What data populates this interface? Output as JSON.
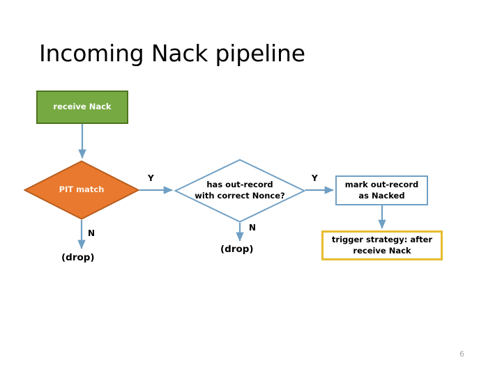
{
  "slide": {
    "title": "Incoming Nack pipeline",
    "page_number": "6",
    "background_color": "#ffffff"
  },
  "colors": {
    "green_fill": "#76a942",
    "green_border": "#4f7320",
    "orange_fill": "#e8792e",
    "orange_border": "#b85e1f",
    "blue_line": "#6f9fc4",
    "gold_border": "#e8bc2e",
    "text_dark": "#000000",
    "text_light": "#ffffff",
    "page_number_color": "#a6a6a6"
  },
  "nodes": {
    "receive_nack": {
      "label": "receive Nack",
      "shape": "rectangle",
      "fill": "#76a942"
    },
    "pit_match": {
      "label": "PIT match",
      "shape": "diamond",
      "fill": "#e8792e"
    },
    "out_record_nonce": {
      "line1": "has out-record",
      "line2": "with correct Nonce?",
      "shape": "diamond",
      "fill": "none"
    },
    "mark_nacked": {
      "line1": "mark out-record",
      "line2": "as Nacked",
      "shape": "rectangle",
      "fill": "none"
    },
    "trigger_strategy": {
      "line1": "trigger strategy: after",
      "line2": "receive Nack",
      "shape": "rectangle",
      "fill": "none"
    }
  },
  "edge_labels": {
    "pit_yes": "Y",
    "pit_no": "N",
    "nonce_yes": "Y",
    "nonce_no": "N"
  },
  "terminals": {
    "drop_left": "(drop)",
    "drop_middle": "(drop)"
  }
}
